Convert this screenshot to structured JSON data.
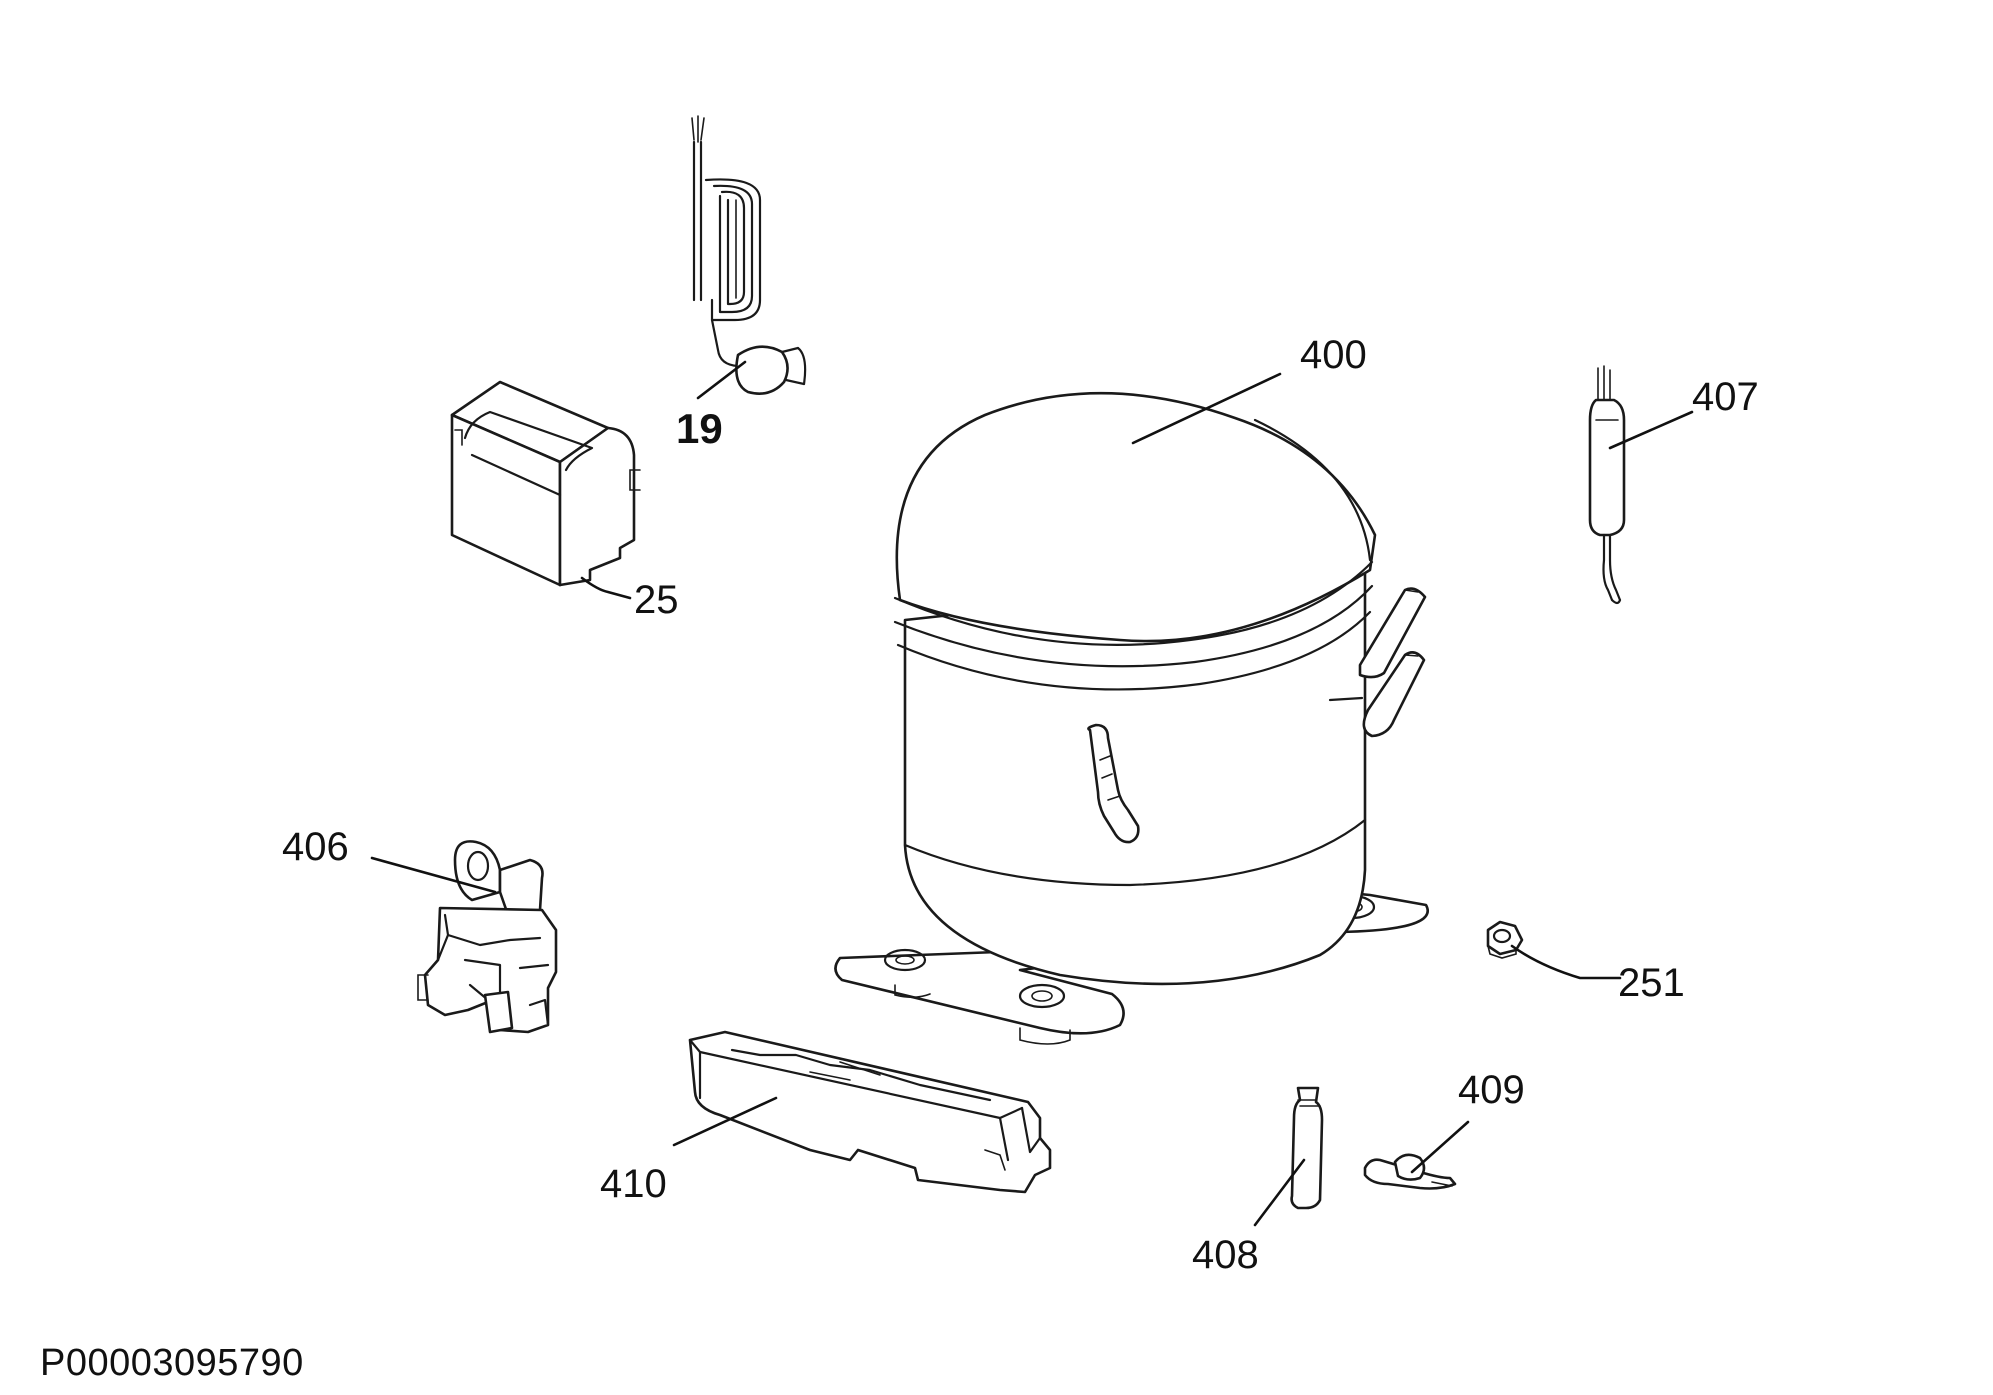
{
  "callouts": {
    "p19": "19",
    "p25": "25",
    "p400": "400",
    "p407": "407",
    "p406": "406",
    "p251": "251",
    "p409": "409",
    "p410": "410",
    "p408": "408"
  },
  "document_id": "P00003095790"
}
